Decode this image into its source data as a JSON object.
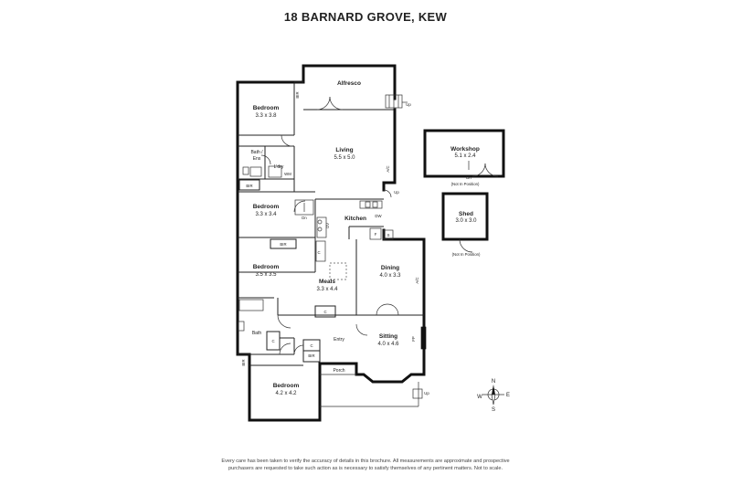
{
  "title": "18 BARNARD GROVE, KEW",
  "rooms": [
    {
      "id": "alfresco",
      "name": "Alfresco",
      "dims": ""
    },
    {
      "id": "bedroom1",
      "name": "Bedroom",
      "dims": "3.3 x 3.8"
    },
    {
      "id": "living",
      "name": "Living",
      "dims": "5.5 x 5.0"
    },
    {
      "id": "bedroom2",
      "name": "Bedroom",
      "dims": "3.3 x 3.4"
    },
    {
      "id": "kitchen",
      "name": "Kitchen",
      "dims": ""
    },
    {
      "id": "bedroom3",
      "name": "Bedroom",
      "dims": "3.5 x 3.5"
    },
    {
      "id": "meals",
      "name": "Meals",
      "dims": "3.3 x 4.4"
    },
    {
      "id": "dining",
      "name": "Dining",
      "dims": "4.0 x 3.3"
    },
    {
      "id": "sitting",
      "name": "Sitting",
      "dims": "4.0 x 4.6"
    },
    {
      "id": "bedroom4",
      "name": "Bedroom",
      "dims": "4.2 x 4.2"
    },
    {
      "id": "workshop",
      "name": "Workshop",
      "dims": "5.1 x 2.4"
    },
    {
      "id": "shed",
      "name": "Shed",
      "dims": "3.0 x 3.0"
    }
  ],
  "small_labels": {
    "bath_ens_1": "Bath /",
    "bath_ens_2": "Ens",
    "laundry": "L'dry",
    "wm": "WM",
    "bath": "Bath",
    "entry": "Entry",
    "porch": "Porch",
    "bir_1": "BIR",
    "bir_2": "BIR",
    "bir_3": "BIR",
    "bir_4": "BIR",
    "bir_5": "BIR",
    "c_1": "C",
    "c_2": "C",
    "c_3": "C",
    "c_4": "C",
    "f": "F",
    "s": "S",
    "dw": "DW",
    "ov": "OV",
    "ac_1": "A/C",
    "ac_2": "A/C",
    "fp": "FP",
    "up_1": "Up",
    "up_2": "Up",
    "up_3": "Up",
    "dn_1": "Dn",
    "dn_2": "Dn",
    "not_in_position_1": "(Not In Position)",
    "not_in_position_2": "(Not In Position)"
  },
  "compass": {
    "n": "N",
    "s": "S",
    "e": "E",
    "w": "W"
  },
  "disclaimer": [
    "Every care has been taken to verify the accuracy of details in this brochure. All measurements are approximate and prospective",
    "purchasers are requested to take such action as is necessary to satisfy themselves of any pertinent matters. Not to scale."
  ]
}
